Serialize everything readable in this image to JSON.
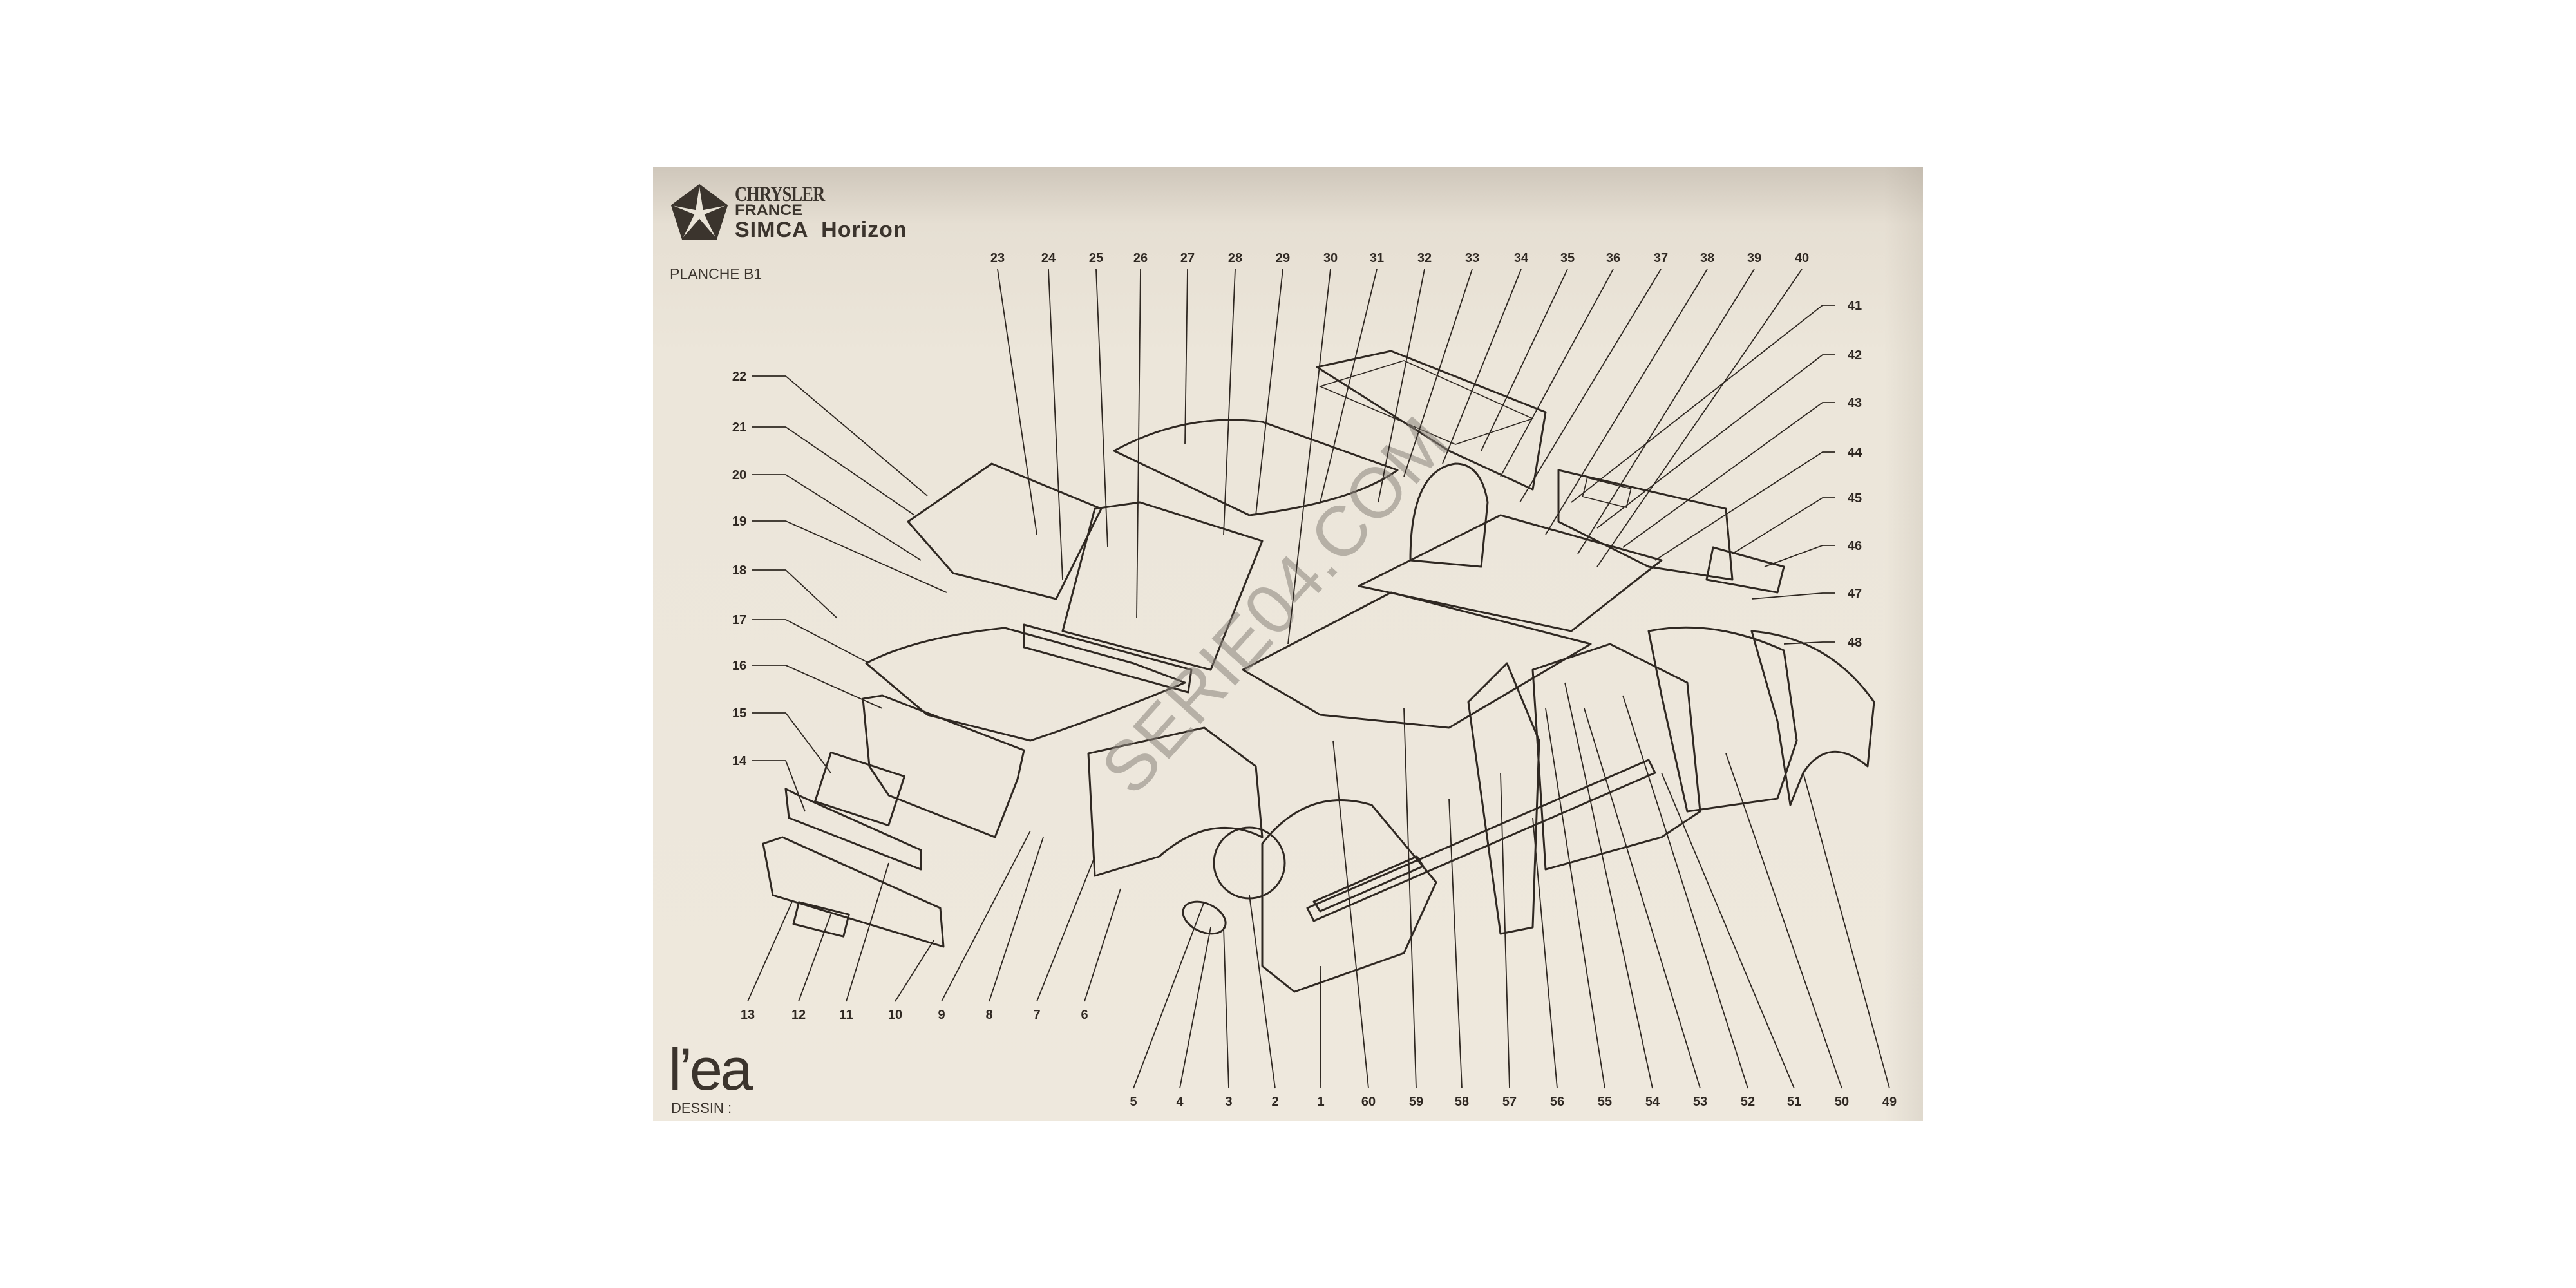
{
  "header": {
    "brand_line1": "CHRYSLER",
    "brand_line2": "FRANCE",
    "model": "SIMCA  Horizon",
    "plate": "PLANCHE B1"
  },
  "footer": {
    "publisher_logo": "l’ea",
    "dessin_label": "DESSIN :"
  },
  "watermark": "SERIE04.COM",
  "colors": {
    "paper": "#ece6da",
    "ink": "#2f2822"
  },
  "callouts": {
    "top": [
      "23",
      "24",
      "25",
      "26",
      "27",
      "28",
      "29",
      "30",
      "31",
      "32",
      "33",
      "34",
      "35",
      "36",
      "37",
      "38",
      "39",
      "40"
    ],
    "right": [
      "41",
      "42",
      "43",
      "44",
      "45",
      "46",
      "47",
      "48"
    ],
    "left": [
      "22",
      "21",
      "20",
      "19",
      "18",
      "17",
      "16",
      "15",
      "14"
    ],
    "bottom_upper": [
      "13",
      "12",
      "11",
      "10",
      "9",
      "8",
      "7",
      "6"
    ],
    "bottom_lower": [
      "5",
      "4",
      "3",
      "2",
      "1",
      "60",
      "59",
      "58",
      "57",
      "56",
      "55",
      "54",
      "53",
      "52",
      "51",
      "50",
      "49"
    ]
  }
}
